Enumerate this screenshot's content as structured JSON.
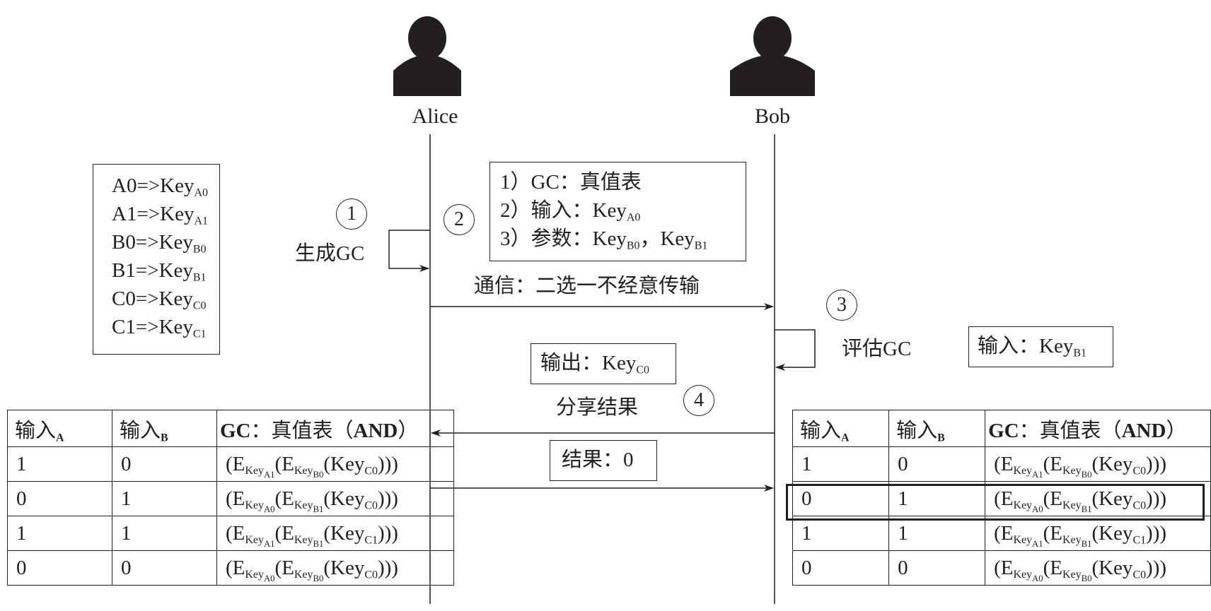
{
  "actors": {
    "alice": {
      "name": "Alice",
      "icon": "person-icon"
    },
    "bob": {
      "name": "Bob",
      "icon": "person-icon"
    }
  },
  "key_mapping": [
    {
      "input": "A0",
      "arrow": "=>",
      "key": "Key",
      "sub": "A0"
    },
    {
      "input": "A1",
      "arrow": "=>",
      "key": "Key",
      "sub": "A1"
    },
    {
      "input": "B0",
      "arrow": "=>",
      "key": "Key",
      "sub": "B0"
    },
    {
      "input": "B1",
      "arrow": "=>",
      "key": "Key",
      "sub": "B1"
    },
    {
      "input": "C0",
      "arrow": "=>",
      "key": "Key",
      "sub": "C0"
    },
    {
      "input": "C1",
      "arrow": "=>",
      "key": "Key",
      "sub": "C1"
    }
  ],
  "steps": {
    "step1": {
      "number": "1",
      "label": "生成GC"
    },
    "step2": {
      "number": "2",
      "items": [
        {
          "prefix": "1）",
          "text": "GC：真值表"
        },
        {
          "prefix": "2）",
          "text": "输入：Key",
          "sub": "A0"
        },
        {
          "prefix": "3）",
          "text": "参数：Key",
          "sub": "B0",
          "sep": "，",
          "text2": "Key",
          "sub2": "B1"
        }
      ],
      "arrow_label": "通信：二选一不经意传输"
    },
    "step3": {
      "number": "3",
      "label": "评估GC",
      "input_box": {
        "text": "输入：Key",
        "sub": "B1"
      }
    },
    "step4": {
      "number": "4",
      "output_box": {
        "text": "输出：Key",
        "sub": "C0"
      },
      "arrow_label": "分享结果",
      "result_box": {
        "text": "结果：0"
      }
    }
  },
  "truth_table": {
    "headers": [
      {
        "text": "输入",
        "sub": "A"
      },
      {
        "text": "输入",
        "sub": "B"
      },
      {
        "gc": "GC",
        "cn": "：真值表（",
        "op": "AND",
        "close": "）"
      }
    ],
    "rows": [
      {
        "a": "1",
        "b": "0",
        "ka": "A1",
        "kb": "B0",
        "kc": "C0"
      },
      {
        "a": "0",
        "b": "1",
        "ka": "A0",
        "kb": "B1",
        "kc": "C0"
      },
      {
        "a": "1",
        "b": "1",
        "ka": "A1",
        "kb": "B1",
        "kc": "C1"
      },
      {
        "a": "0",
        "b": "0",
        "ka": "A0",
        "kb": "B0",
        "kc": "C0"
      }
    ],
    "highlighted_row_right": 1
  },
  "colors": {
    "ink": "#231f20",
    "background": "#ffffff"
  }
}
